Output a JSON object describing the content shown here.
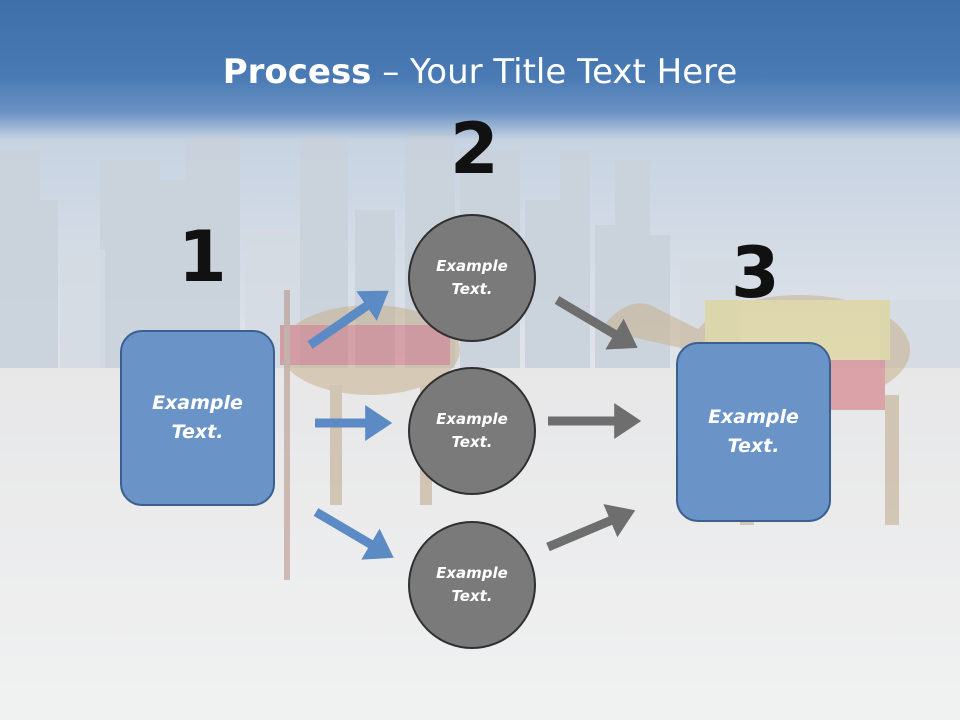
{
  "slide": {
    "title_bold": "Process",
    "title_rest": " – Your Title Text Here"
  },
  "steps": {
    "one": {
      "number": "1",
      "text": "Example Text."
    },
    "two": {
      "number": "2",
      "text": "Example Text."
    },
    "three": {
      "number": "3",
      "text": "Example Text."
    }
  },
  "circles": [
    {
      "text": "Example Text."
    },
    {
      "text": "Example Text."
    },
    {
      "text": "Example Text."
    }
  ],
  "colors": {
    "header_blue": "#4a7ab4",
    "box_blue": "#6a93c8",
    "circle_gray": "#7a7a7a",
    "arrow_blue": "#5b8ac5",
    "arrow_gray": "#6e6e6e"
  }
}
